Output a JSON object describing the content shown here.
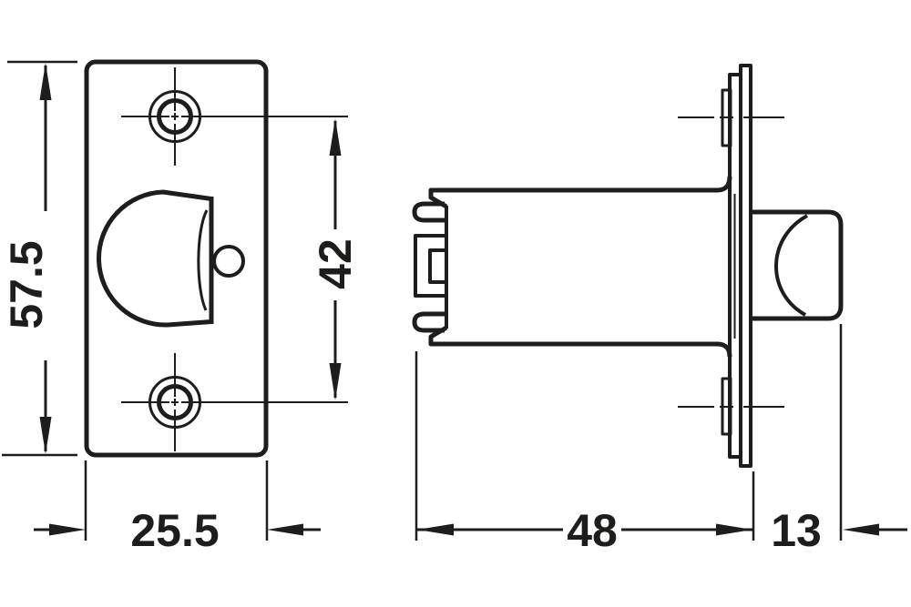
{
  "drawing": {
    "type": "technical-dimension-drawing",
    "colors": {
      "line": "#1d1d1b",
      "background": "#ffffff"
    },
    "dimension_labels": {
      "plate_height": "57.5",
      "plate_width": "25.5",
      "hole_spacing": "42",
      "case_length": "48",
      "bolt_projection": "13"
    }
  }
}
